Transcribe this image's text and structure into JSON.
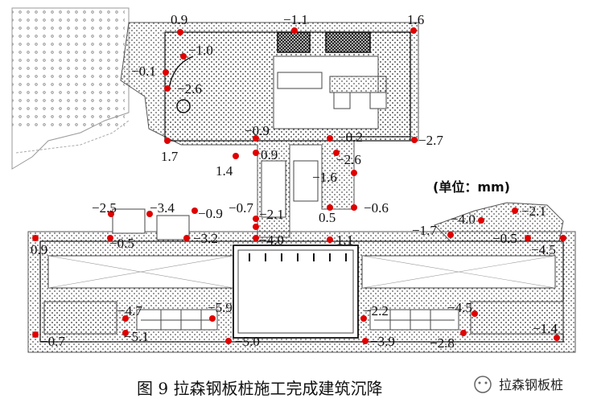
{
  "unit_label": "(单位：mm)",
  "caption": "图 9   拉森钢板桩施工完成建筑沉降",
  "watermark": "拉森钢板桩",
  "colors": {
    "point": "#e00000",
    "line": "#111111",
    "dot": "#555555"
  },
  "values": {
    "p1": "0.9",
    "p2": "−1.1",
    "p3": "1.6",
    "p4": "−1.0",
    "p5": "−0.1",
    "p6": "−2.6",
    "p7": "1.7",
    "p8": "−0.9",
    "p9": "0.9",
    "p10": "1.4",
    "p11": "−0.2",
    "p12": "−2.7",
    "p13": "−2.6",
    "p14": "−1.6",
    "p15": "−0.6",
    "p16": "0.5",
    "p17": "1.1",
    "p18": "−0.7",
    "p19": "−2.1",
    "p20": "−4.0",
    "p21": "−0.9",
    "p22": "−3.4",
    "p23": "−2.5",
    "p24": "−0.5",
    "p25": "−3.2",
    "p26": "0.9",
    "p27": "−4.0",
    "p28": "−1.7",
    "p29": "−2.1",
    "p30": "−0.5",
    "p31": "−4.5",
    "p32": "−4.7",
    "p33": "−5.9",
    "p34": "−5.1",
    "p35": "−5.0",
    "p36": "−0.7",
    "p37": "−2.2",
    "p38": "−4.5",
    "p39": "−3.9",
    "p40": "−2.8",
    "p41": "−1.4"
  }
}
